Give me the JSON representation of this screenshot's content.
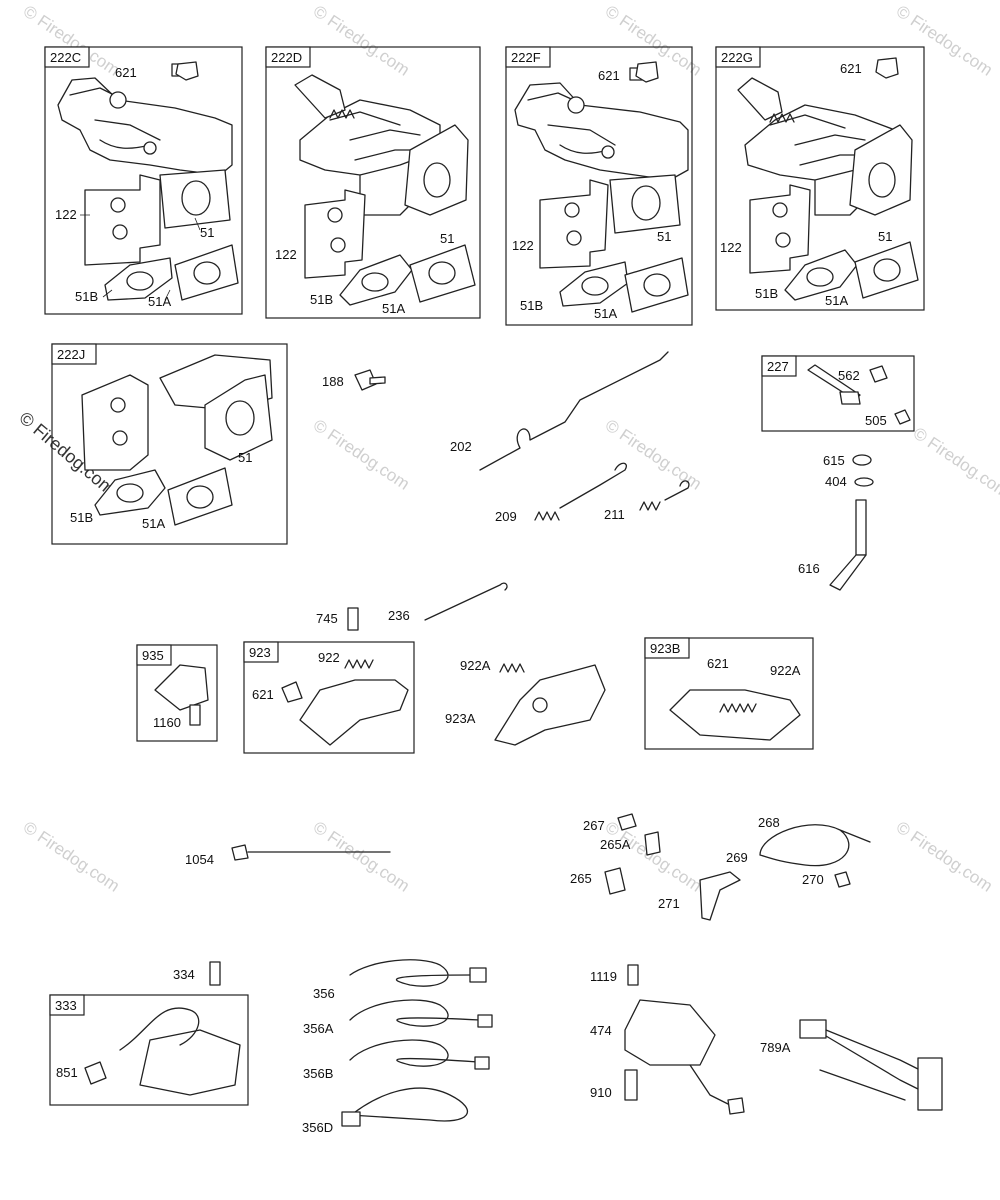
{
  "watermark": "© Firedog.com",
  "groups": {
    "g222C": "222C",
    "g222D": "222D",
    "g222F": "222F",
    "g222G": "222G",
    "g222J": "222J",
    "g227": "227",
    "g935": "935",
    "g923": "923",
    "g923B": "923B",
    "g333": "333"
  },
  "parts": {
    "p621": "621",
    "p122": "122",
    "p51": "51",
    "p51A": "51A",
    "p51B": "51B",
    "p188": "188",
    "p202": "202",
    "p209": "209",
    "p211": "211",
    "p562": "562",
    "p505": "505",
    "p615": "615",
    "p404": "404",
    "p616": "616",
    "p745": "745",
    "p236": "236",
    "p1160": "1160",
    "p922": "922",
    "p922A": "922A",
    "p923A": "923A",
    "p1054": "1054",
    "p267": "267",
    "p265A": "265A",
    "p265": "265",
    "p268": "268",
    "p269": "269",
    "p270": "270",
    "p271": "271",
    "p334": "334",
    "p851": "851",
    "p356": "356",
    "p356A": "356A",
    "p356B": "356B",
    "p356D": "356D",
    "p1119": "1119",
    "p474": "474",
    "p910": "910",
    "p789A": "789A"
  }
}
